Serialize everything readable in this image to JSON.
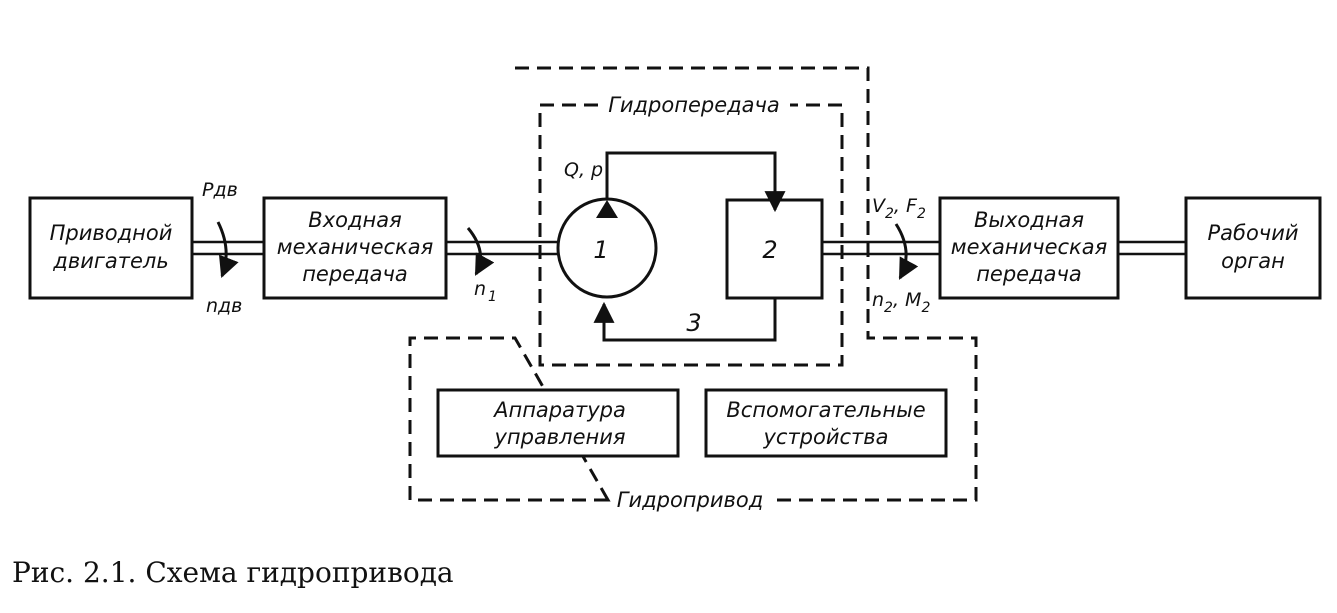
{
  "blocks": {
    "motor": [
      "Приводной",
      "двигатель"
    ],
    "input_transmission": [
      "Входная",
      "механическая",
      "передача"
    ],
    "output_transmission": [
      "Выходная",
      "механическая",
      "передача"
    ],
    "working_organ": [
      "Рабочий",
      "орган"
    ],
    "control_equipment": [
      "Аппаратура",
      "управления"
    ],
    "auxiliary_devices": [
      "Вспомогательные",
      "устройства"
    ]
  },
  "groups": {
    "hydro_transmission": "Гидропередача",
    "hydro_drive": "Гидропривод"
  },
  "components": {
    "pump": "1",
    "motor": "2",
    "return_line": "3"
  },
  "symbols": {
    "motor_power": "Pдв",
    "motor_speed": "nдв",
    "input_speed": "n",
    "input_speed_sub": "1",
    "flow_pressure": "Q, p",
    "output_velocity_force": "V",
    "output_velocity_sub": "2",
    "output_force": ", F",
    "output_force_sub": "2",
    "output_speed": "n",
    "output_speed_sub": "2",
    "output_torque": ", M",
    "output_torque_sub": "2"
  },
  "caption": "Рис. 2.1. Схема гидропривода"
}
